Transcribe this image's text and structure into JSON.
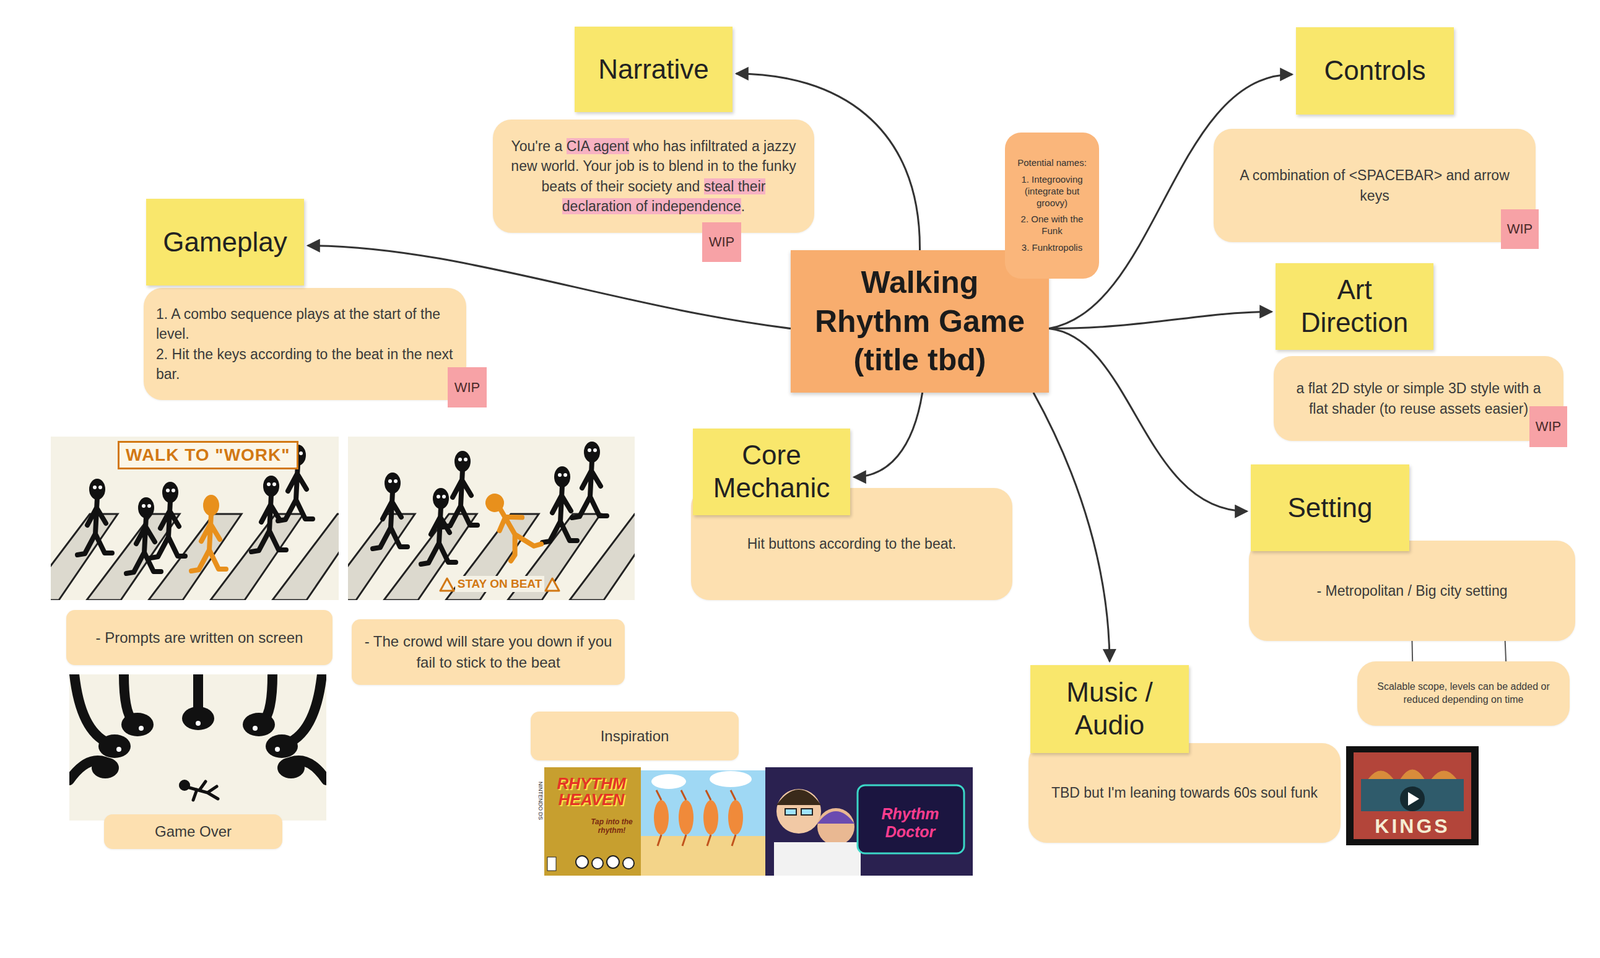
{
  "diagram": {
    "nodes": [
      {
        "text": [
          "Walking Rhythm Game (title tbd)"
        ]
      },
      {
        "text": [
          "Potential names:",
          "1. Integrooving (integrate but groovy)",
          "2. One with the Funk",
          "3. Funktropolis"
        ]
      },
      {
        "text": [
          "Narrative"
        ]
      },
      {
        "text": [
          "You're a CIA agent who has infiltrated a jazzy new world. Your job is to blend in to the funky beats of their society and steal their declaration of independence."
        ]
      },
      {
        "text": [
          "WIP"
        ]
      },
      {
        "text": [
          "Gameplay"
        ]
      },
      {
        "text": [
          "1. A combo sequence plays at the start of the level.",
          "2. Hit the keys according to the beat in the next bar."
        ]
      },
      {
        "text": [
          "WIP"
        ]
      },
      {
        "text": [
          "Core Mechanic"
        ]
      },
      {
        "text": [
          "Hit buttons according to the beat."
        ]
      },
      {
        "text": [
          "Controls"
        ]
      },
      {
        "text": [
          "A combination of <SPACEBAR> and arrow keys"
        ]
      },
      {
        "text": [
          "WIP"
        ]
      },
      {
        "text": [
          "Art Direction"
        ]
      },
      {
        "text": [
          "a flat 2D style or simple 3D style with a flat shader (to reuse assets easier)"
        ]
      },
      {
        "text": [
          "WIP"
        ]
      },
      {
        "text": [
          "Setting"
        ]
      },
      {
        "text": [
          "- Metropolitan / Big city setting"
        ]
      },
      {
        "text": [
          "Scalable scope, levels can be added or reduced depending on time"
        ]
      },
      {
        "text": [
          "Music / Audio"
        ]
      },
      {
        "text": [
          "TBD but I'm leaning towards 60s soul funk"
        ]
      },
      {
        "text": [
          "- Prompts are written on screen"
        ]
      },
      {
        "text": [
          "- The crowd will stare you down if you fail to stick to the beat"
        ]
      },
      {
        "text": [
          "Game Over"
        ]
      },
      {
        "text": [
          "Inspiration"
        ]
      }
    ],
    "edges": [
      {
        "from": 0,
        "to": 2,
        "arrow": "to"
      },
      {
        "from": 0,
        "to": 5,
        "arrow": "to"
      },
      {
        "from": 0,
        "to": 8,
        "arrow": "to"
      },
      {
        "from": 0,
        "to": 10,
        "arrow": "to"
      },
      {
        "from": 0,
        "to": 13,
        "arrow": "to"
      },
      {
        "from": 0,
        "to": 16,
        "arrow": "to"
      },
      {
        "from": 0,
        "to": 19,
        "arrow": "to"
      },
      {
        "from": 17,
        "to": 18,
        "arrow": "none"
      },
      {
        "from": 17,
        "to": 18,
        "arrow": "none"
      }
    ],
    "labels": [
      "WALK TO \"WORK\"",
      "STAY ON BEAT",
      "NINTENDO DS",
      "RHYTHM HEAVEN",
      "Tap into the rhythm!",
      "Rhythm Doctor",
      "KINGS"
    ]
  }
}
